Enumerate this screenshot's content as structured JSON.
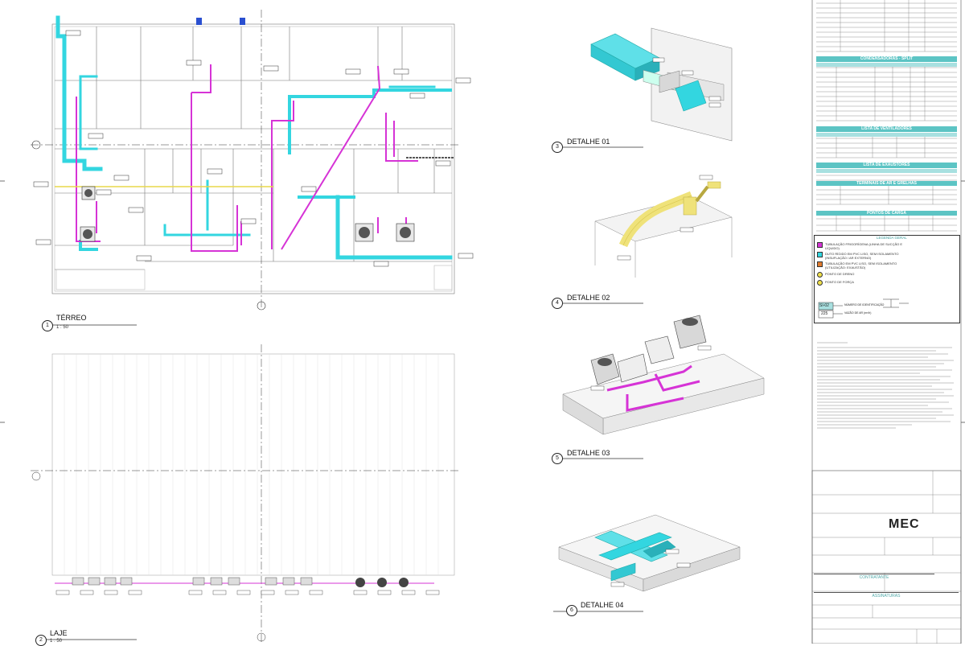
{
  "views": [
    {
      "number": "1",
      "title": "TÉRREO",
      "scale": "1 : 50"
    },
    {
      "number": "2",
      "title": "LAJE",
      "scale": "1 : 50"
    },
    {
      "number": "3",
      "title": "DETALHE 01"
    },
    {
      "number": "4",
      "title": "DETALHE 02"
    },
    {
      "number": "5",
      "title": "DETALHE 03"
    },
    {
      "number": "6",
      "title": "DETALHE 04"
    }
  ],
  "tables": {
    "condensadoras_title": "CONDENSADORAS - SPLIT",
    "ventiladores_title": "LISTA DE VENTILADORES",
    "exaustores_title": "LISTA DE EXAUSTORES",
    "terminais_title": "TERMINAIS DE AR E GRELHAS",
    "cargas_title": "PONTOS DE CARGA"
  },
  "legend": {
    "title": "LEGENDA GERAL",
    "items": [
      {
        "text": "TUBULAÇÃO FRIGORÍGENA (LINHA DE SUCÇÃO E LÍQUIDO)",
        "color": "#d633d6"
      },
      {
        "text": "DUTO RÍGIDO EM PVC LISO, SEM ISOLAMENTO (INSUFLAÇÃO / AR EXTERNO)",
        "color": "#33d6e0"
      },
      {
        "text": "TUBULAÇÃO EM PVC LISO, SEM ISOLAMENTO (UTILIZAÇÃO: EXAUSTÃO)",
        "color": "#e07b2e"
      },
      {
        "text": "PONTO DE DRENO",
        "color": "#f0e04a"
      },
      {
        "text": "PONTO DE FORÇA",
        "color": "#f0e04a"
      }
    ],
    "tag_code": "SI-02",
    "tag_value": "225",
    "tag_id_label": "NÚMERO DE IDENTIFICAÇÃO",
    "tag_flow_label": "VAZÃO DE AR (m³/h)"
  },
  "title_block": {
    "logo": "MEC",
    "contratante": "CONTRATANTE",
    "assinaturas": "ASSINATURAS"
  },
  "colors": {
    "refrigerant": "#d633d6",
    "duct": "#33d6e0",
    "yellow_duct": "#efe27a",
    "exhaust": "#e07b2e",
    "table_header": "#5cc4c4"
  }
}
